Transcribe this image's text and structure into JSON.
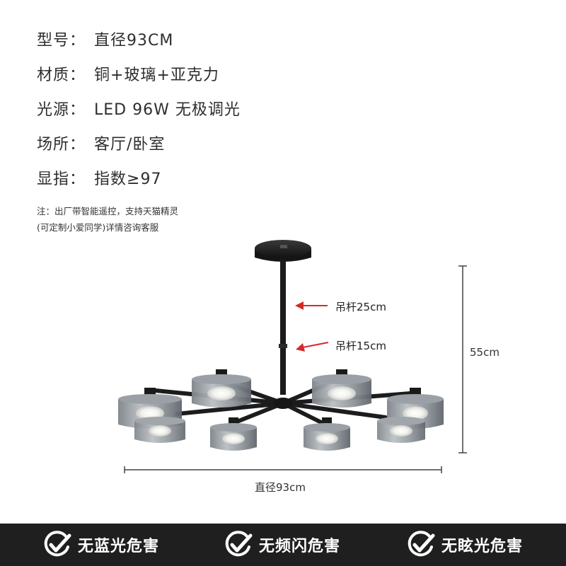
{
  "specs": [
    {
      "label": "型号：",
      "value": "直径93CM"
    },
    {
      "label": "材质：",
      "value": "铜+玻璃+亚克力"
    },
    {
      "label": "光源：",
      "value": "LED 96W 无极调光"
    },
    {
      "label": "场所：",
      "value": "客厅/卧室"
    },
    {
      "label": "显指：",
      "value": "指数≥97"
    }
  ],
  "notes": [
    "注：出厂带智能遥控，支持天猫精灵",
    "(可定制小爱同学)详情咨询客服"
  ],
  "dimensions": {
    "rod_long": "吊杆25cm",
    "rod_short": "吊杆15cm",
    "height": "55cm",
    "diameter": "直径93cm"
  },
  "colors": {
    "arrow": "#d42a2a",
    "footer_bg": "#1f1f1f",
    "footer_text": "#ffffff",
    "metal": "#1c1c1c",
    "glass": "#8f959b"
  },
  "badges": [
    {
      "icon": "check-circle-icon",
      "label": "无蓝光危害"
    },
    {
      "icon": "check-circle-icon",
      "label": "无频闪危害"
    },
    {
      "icon": "check-circle-icon",
      "label": "无眩光危害"
    }
  ]
}
